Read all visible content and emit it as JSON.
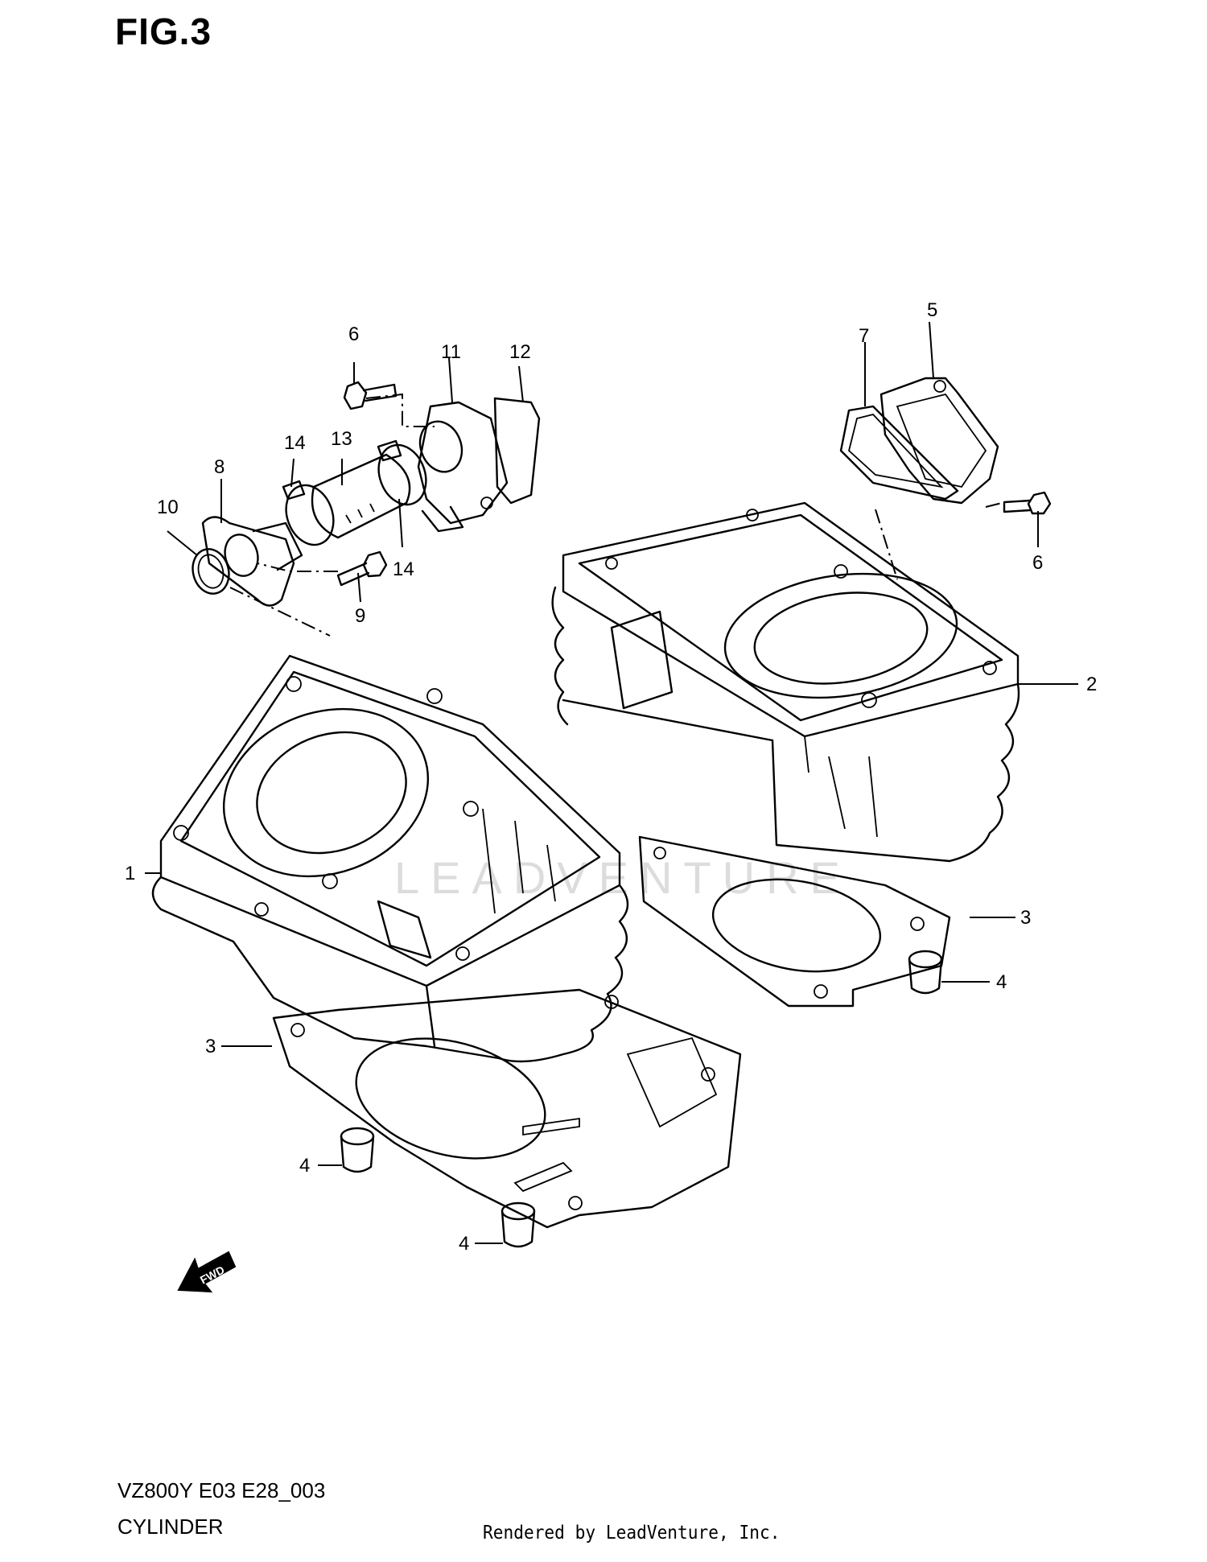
{
  "figure": {
    "title": "FIG.3",
    "code": "VZ800Y E03 E28_003",
    "name": "CYLINDER",
    "rendered_by": "Rendered by LeadVenture, Inc.",
    "watermark": "LEADVENTURE",
    "fwd_label": "FWD"
  },
  "callouts": {
    "c1": "1",
    "c2": "2",
    "c3a": "3",
    "c3b": "3",
    "c4a": "4",
    "c4b": "4",
    "c4c": "4",
    "c5": "5",
    "c6a": "6",
    "c6b": "6",
    "c7": "7",
    "c8": "8",
    "c9": "9",
    "c10": "10",
    "c11": "11",
    "c12": "12",
    "c13": "13",
    "c14a": "14",
    "c14b": "14"
  },
  "colors": {
    "line": "#000000",
    "background": "#ffffff",
    "watermark": "#dcdcdc"
  }
}
